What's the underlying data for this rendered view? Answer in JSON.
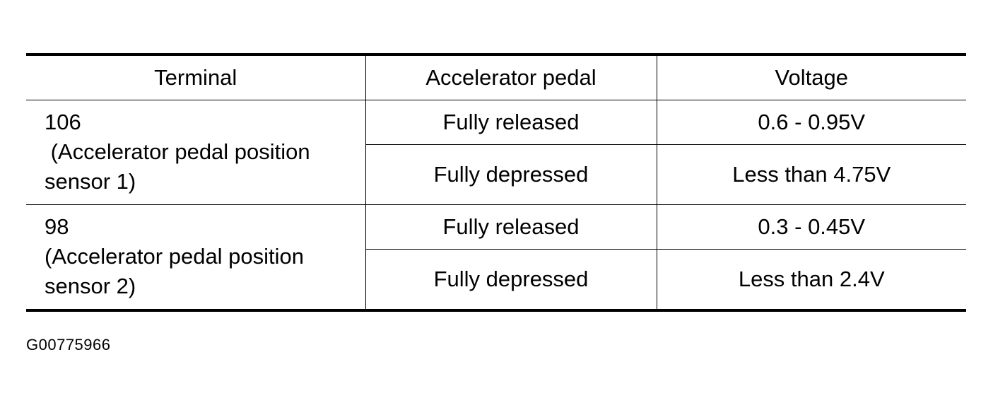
{
  "table": {
    "headers": {
      "terminal": "Terminal",
      "pedal": "Accelerator pedal",
      "voltage": "Voltage"
    },
    "groups": [
      {
        "terminal_number": "106",
        "terminal_desc_1": " (Accelerator pedal position",
        "terminal_desc_2": "sensor 1)",
        "rows": [
          {
            "pedal": "Fully released",
            "voltage": "0.6 - 0.95V"
          },
          {
            "pedal": "Fully depressed",
            "voltage": "Less than 4.75V"
          }
        ]
      },
      {
        "terminal_number": "98",
        "terminal_desc_1": "(Accelerator pedal position",
        "terminal_desc_2": "sensor 2)",
        "rows": [
          {
            "pedal": "Fully released",
            "voltage": "0.3 - 0.45V"
          },
          {
            "pedal": "Fully depressed",
            "voltage": "Less than 2.4V"
          }
        ]
      }
    ]
  },
  "figure_id": "G00775966"
}
